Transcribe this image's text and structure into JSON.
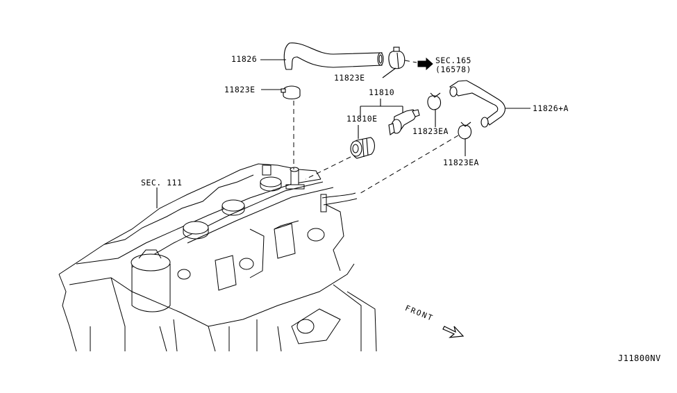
{
  "diagram": {
    "title_code": "J11800NV",
    "callouts": [
      {
        "id": "hose-upper",
        "label": "11826"
      },
      {
        "id": "clamp-upper-hose",
        "label": "11823E"
      },
      {
        "id": "clamp-pcv",
        "label": "11823E"
      },
      {
        "id": "pcv-valve-assy",
        "label": "11810"
      },
      {
        "id": "pcv-grommet",
        "label": "11810E"
      },
      {
        "id": "clamp-ea-1",
        "label": "11823EA"
      },
      {
        "id": "clamp-ea-2",
        "label": "11823EA"
      },
      {
        "id": "hose-assy",
        "label": "11826+A"
      }
    ],
    "section_refs": [
      {
        "id": "sec-165",
        "label": "SEC.165",
        "sub": "(16578)"
      },
      {
        "id": "sec-111",
        "label": "SEC. 111"
      }
    ],
    "orientation": {
      "label": "FRONT"
    }
  }
}
